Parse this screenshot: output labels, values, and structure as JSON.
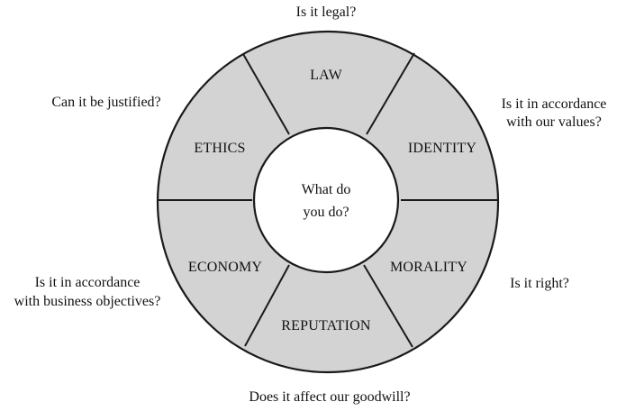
{
  "center": {
    "line1": "What do",
    "line2": "you do?"
  },
  "segments": [
    {
      "id": "law",
      "label": "LAW"
    },
    {
      "id": "identity",
      "label": "IDENTITY"
    },
    {
      "id": "morality",
      "label": "MORALITY"
    },
    {
      "id": "reputation",
      "label": "REPUTATION"
    },
    {
      "id": "economy",
      "label": "ECONOMY"
    },
    {
      "id": "ethics",
      "label": "ETHICS"
    }
  ],
  "questions": {
    "legal": {
      "line1": "Is it legal?"
    },
    "values": {
      "line1": "Is it in accordance",
      "line2": "with our values?"
    },
    "right": {
      "line1": "Is it right?"
    },
    "goodwill": {
      "line1": "Does it affect our goodwill?"
    },
    "business": {
      "line1": "Is it in accordance",
      "line2": "with business objectives?"
    },
    "justified": {
      "line1": "Can it be justified?"
    }
  },
  "colors": {
    "segment_fill": "#d3d3d3",
    "stroke": "#1a1a1a",
    "center_fill": "#ffffff"
  }
}
